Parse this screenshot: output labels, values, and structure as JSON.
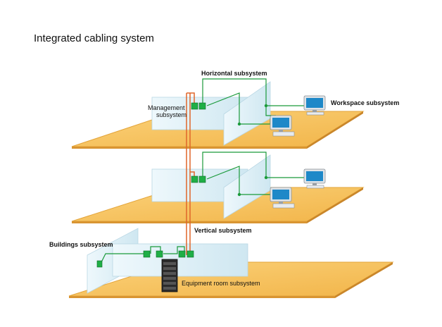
{
  "title": "Integrated cabling system",
  "labels": {
    "horizontal": "Horizontal subsystem",
    "management_line1": "Management",
    "management_line2": "subsystem",
    "workspace": "Workspace subsystem",
    "vertical": "Vertical subsystem",
    "buildings": "Buildings subsystem",
    "equipment_room": "Equipment room subsystem"
  },
  "colors": {
    "floor_fill": "#f6c15a",
    "floor_edge": "#e3a43a",
    "wall_fill": "#dff0f7",
    "cable_green": "#1a9a3a",
    "cable_orange": "#e0662a",
    "patch_green": "#1fae46"
  },
  "diagram": {
    "floors": 3,
    "nodes": [
      "Management subsystem",
      "Workspace subsystem",
      "Horizontal subsystem",
      "Vertical subsystem",
      "Buildings subsystem",
      "Equipment room subsystem"
    ]
  }
}
